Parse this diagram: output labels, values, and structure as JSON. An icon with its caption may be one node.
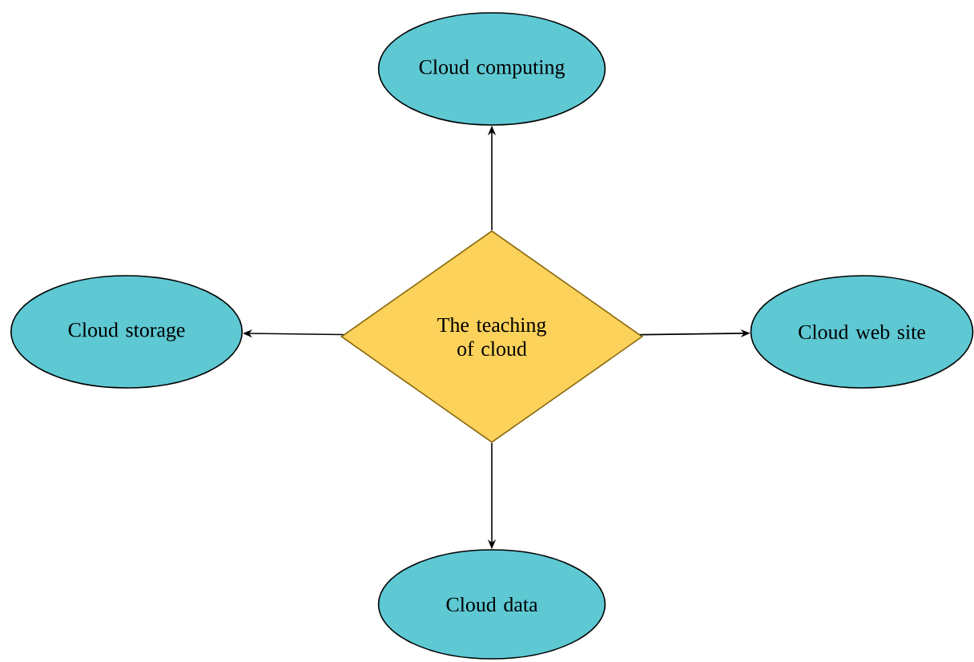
{
  "diagram": {
    "nodes": [
      {
        "text": [
          "Cloud computing"
        ]
      },
      {
        "text": [
          "Cloud storage"
        ]
      },
      {
        "text": [
          "The teaching of cloud"
        ]
      },
      {
        "text": [
          "Cloud web site"
        ]
      },
      {
        "text": [
          "Cloud data"
        ]
      }
    ],
    "edges": [
      {
        "from": 2,
        "to": 0,
        "arrow": "to"
      },
      {
        "from": 2,
        "to": 1,
        "arrow": "to"
      },
      {
        "from": 2,
        "to": 3,
        "arrow": "to"
      },
      {
        "from": 2,
        "to": 4,
        "arrow": "to"
      }
    ]
  }
}
